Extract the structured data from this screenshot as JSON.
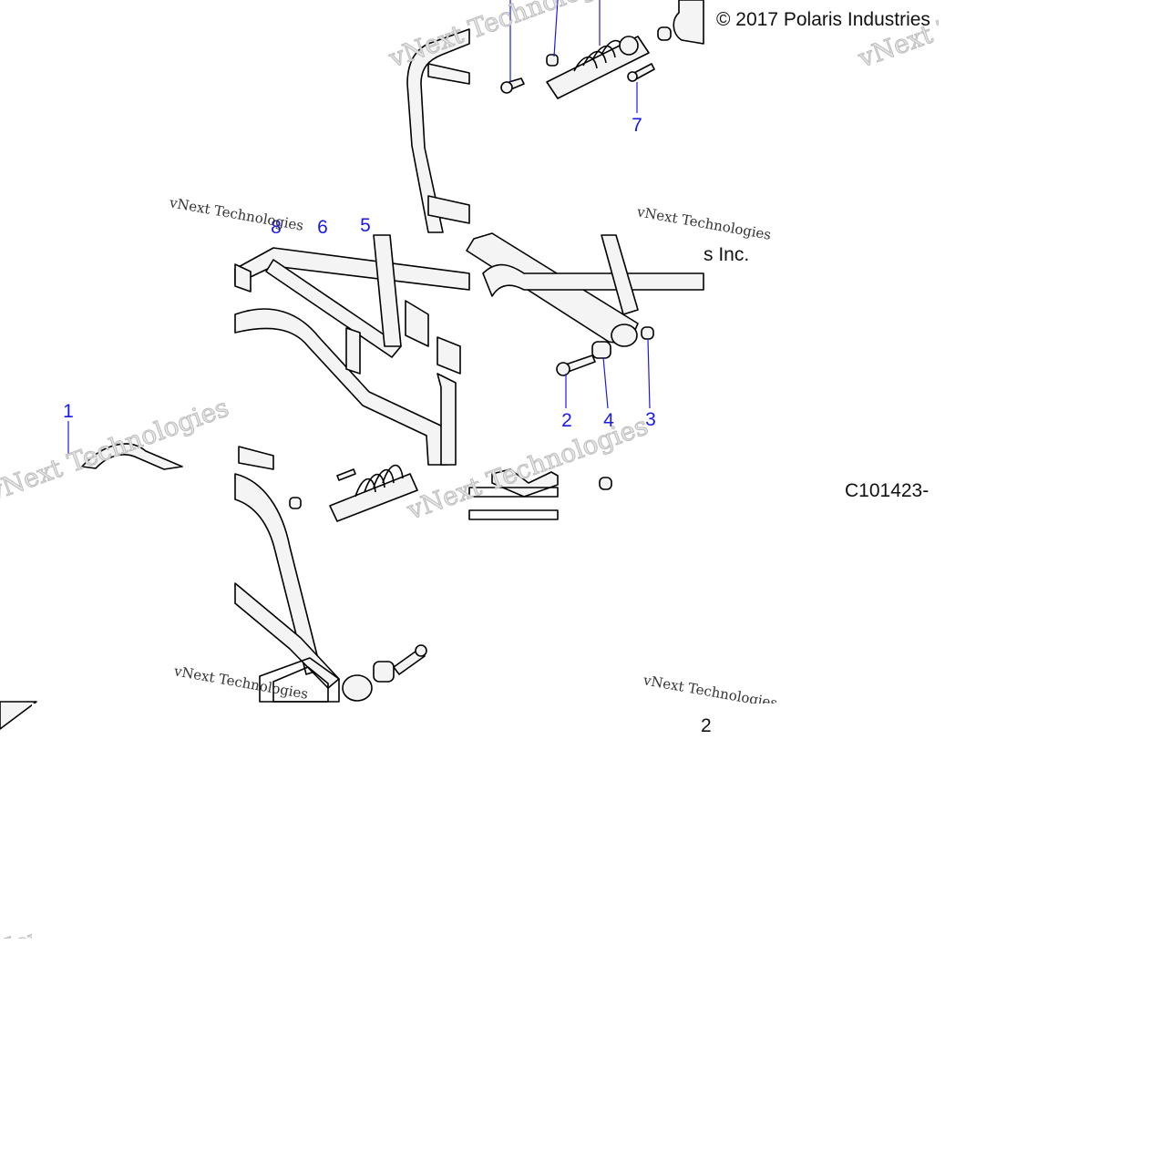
{
  "copyright": "© 2017 Polaris Industries Inc.",
  "copyright_fragment_left": "© 2017 Polaris Industries",
  "copyright_fragment_right": "s Inc.",
  "drawing_id": "C101423-2",
  "drawing_id_fragment": "C101423-",
  "drawing_id_tail": "2",
  "callouts": [
    "1",
    "2",
    "3",
    "4",
    "5",
    "6",
    "7",
    "8"
  ],
  "watermark_small": "vNext Technologies",
  "watermark_big": "vNext Technologies",
  "colors": {
    "callout": "#1a1ae6",
    "line_art": "#000000",
    "part_fill": "#f4f4f4",
    "watermark": "#bdbdbd"
  }
}
